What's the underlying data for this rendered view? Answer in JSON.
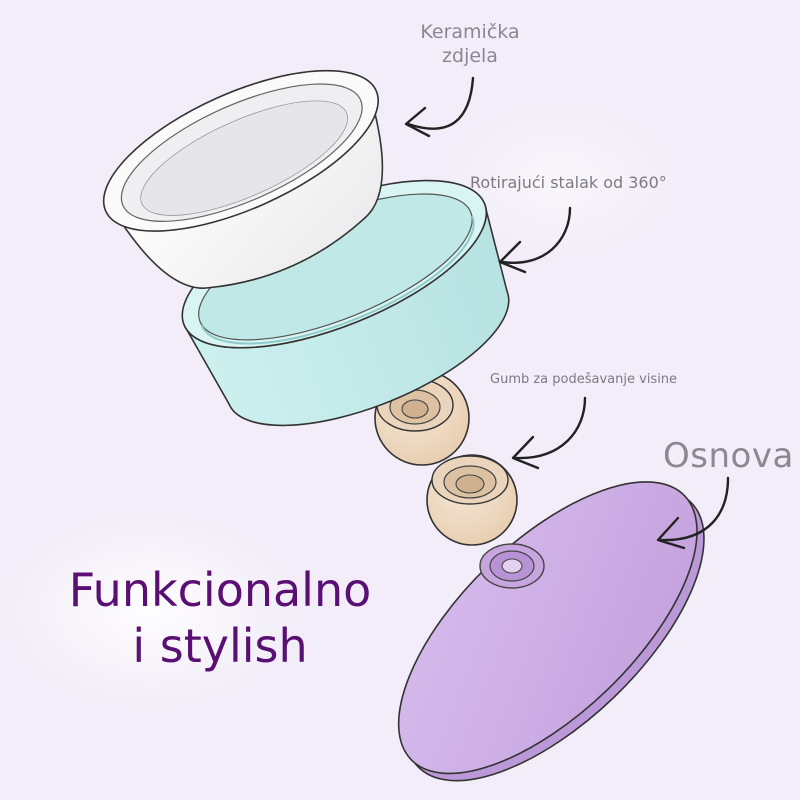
{
  "labels": {
    "bowl_line1": "Keramička",
    "bowl_line2": "zdjela",
    "stand": "Rotirajući stalak od 360°",
    "knob": "Gumb za podešavanje visine",
    "base": "Osnova"
  },
  "headline": {
    "line1": "Funkcionalno",
    "line2": "i stylish"
  },
  "colors": {
    "background": "#f2edf8",
    "bowl": "#f7f7f7",
    "stand": "#c6ecec",
    "knob": "#efdcc6",
    "base": "#d2b4e6",
    "headline": "#5a0f73",
    "label": "#8a8790"
  },
  "icons": [
    "arrow-bowl-icon",
    "arrow-stand-icon",
    "arrow-knob-icon",
    "arrow-base-icon"
  ]
}
